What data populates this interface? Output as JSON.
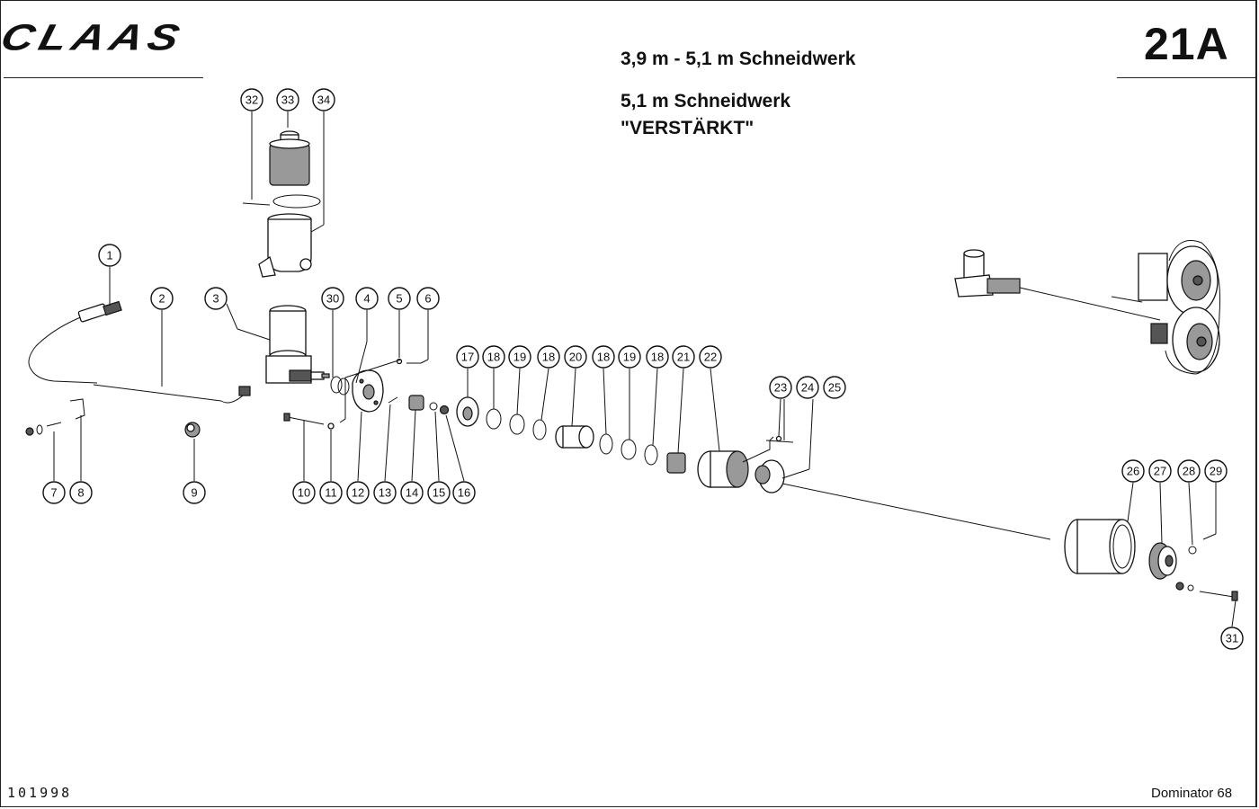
{
  "header": {
    "brand": "CLAAS",
    "page_number": "21A",
    "title": "3,9 m - 5,1 m Schneidwerk",
    "subtitle_line1": "5,1 m Schneidwerk",
    "subtitle_line2": "\"VERSTÄRKT\""
  },
  "footer": {
    "document_number": "101998",
    "model": "Dominator 68"
  },
  "callouts": [
    "1",
    "2",
    "3",
    "4",
    "5",
    "6",
    "7",
    "8",
    "9",
    "10",
    "11",
    "12",
    "13",
    "14",
    "15",
    "16",
    "17",
    "18",
    "18",
    "18",
    "18",
    "19",
    "19",
    "20",
    "21",
    "22",
    "23",
    "24",
    "25",
    "26",
    "27",
    "28",
    "29",
    "30",
    "31",
    "32",
    "33",
    "34"
  ]
}
